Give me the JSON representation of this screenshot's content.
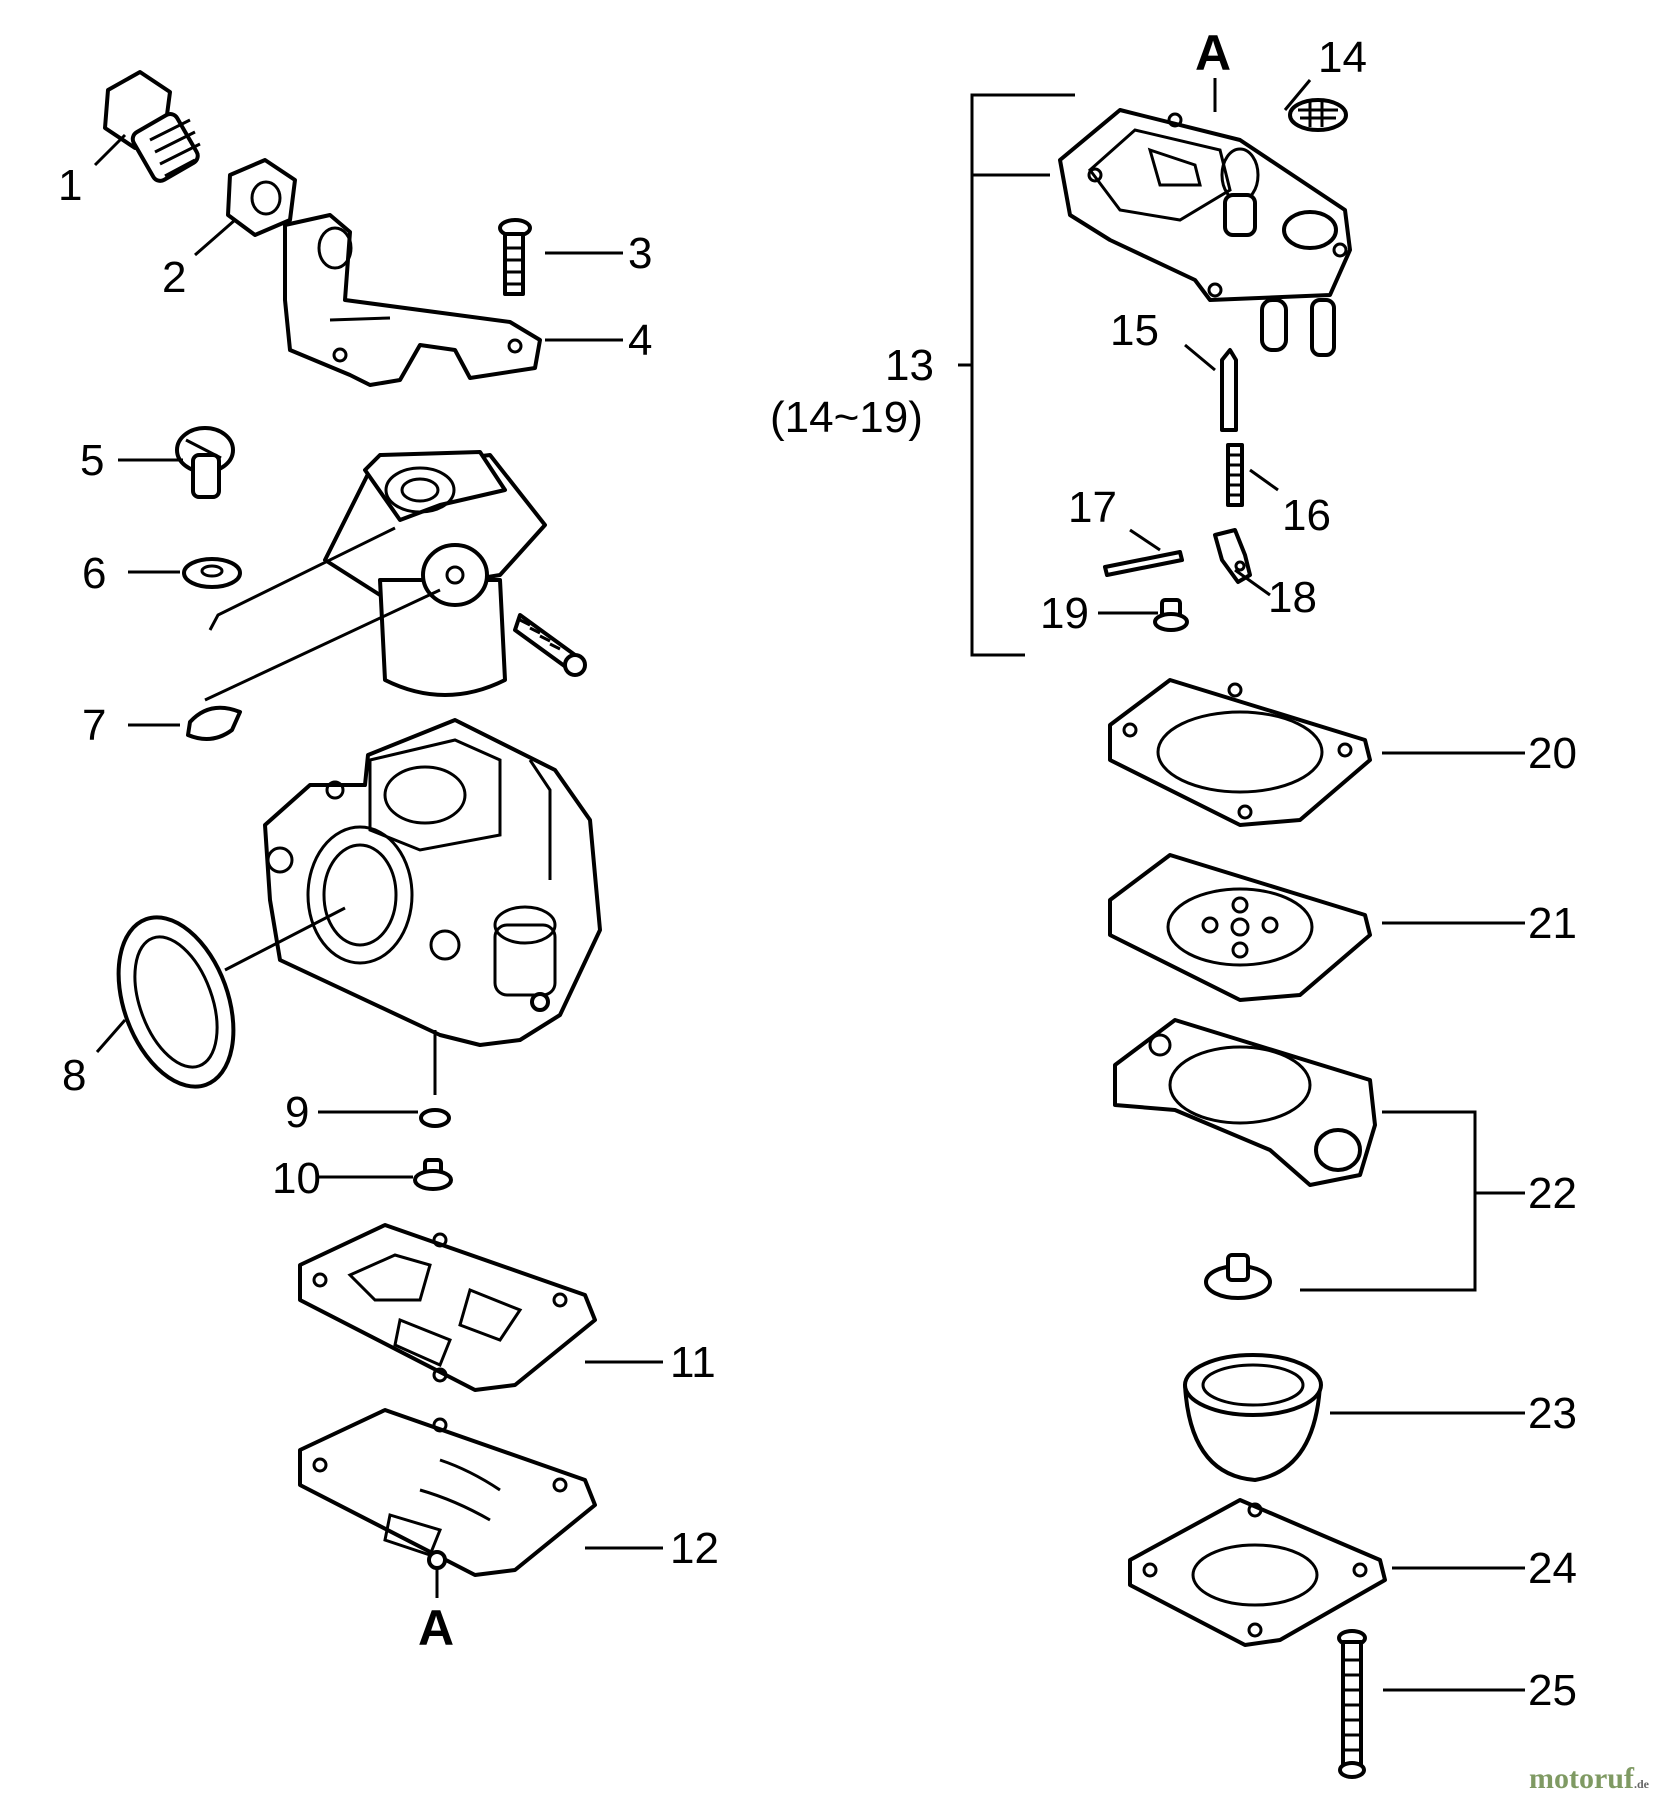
{
  "callouts": [
    "1",
    "2",
    "3",
    "4",
    "5",
    "6",
    "7",
    "8",
    "9",
    "10",
    "11",
    "12",
    "13",
    "14",
    "15",
    "16",
    "17",
    "18",
    "19",
    "20",
    "21",
    "22",
    "23",
    "24",
    "25"
  ],
  "group_range": "(14~19)",
  "ref_marks": {
    "top": "A",
    "bottom": "A"
  },
  "watermark": {
    "brand": "motoruf",
    "tld": ".de"
  }
}
